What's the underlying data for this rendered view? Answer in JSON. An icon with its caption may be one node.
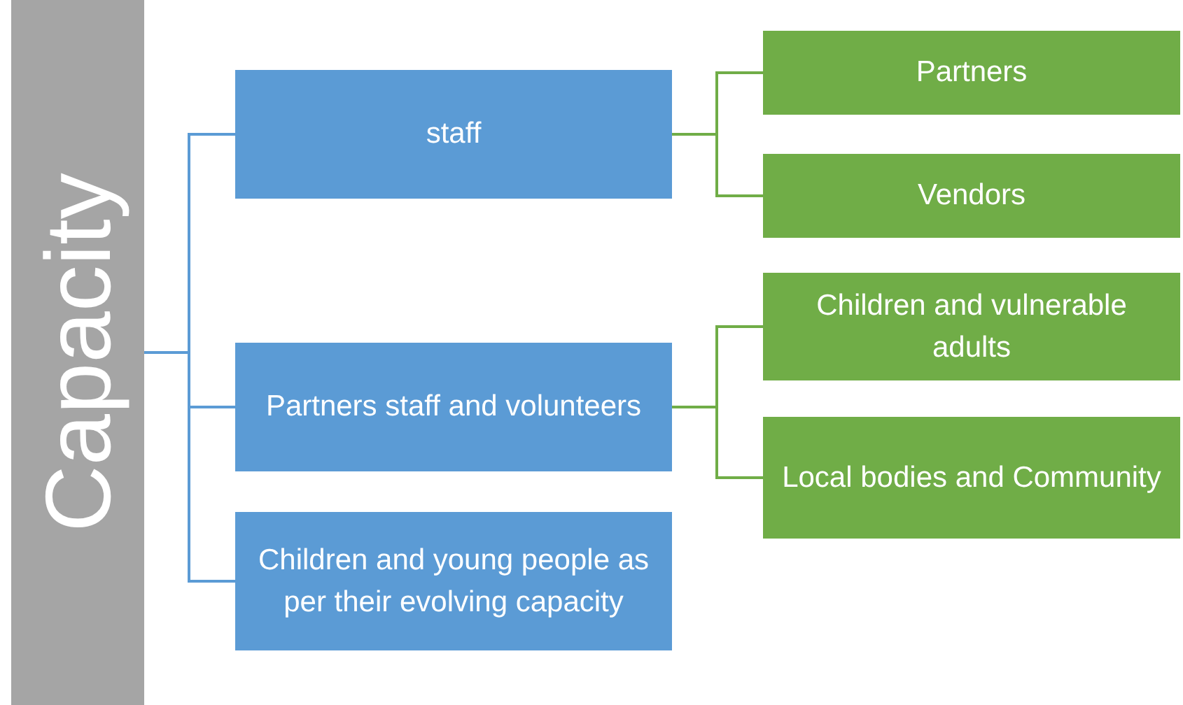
{
  "diagram": {
    "nodes": [
      {
        "text": [
          "Capacity"
        ]
      },
      {
        "text": [
          "staff"
        ]
      },
      {
        "text": [
          "Partners staff and volunteers"
        ]
      },
      {
        "text": [
          "Children and young people as per their evolving capacity"
        ]
      },
      {
        "text": [
          "Partners"
        ]
      },
      {
        "text": [
          "Vendors"
        ]
      },
      {
        "text": [
          "Children and vulnerable adults"
        ]
      },
      {
        "text": [
          "Local bodies and Community"
        ]
      }
    ],
    "edges": [
      {
        "from": 0,
        "to": 1,
        "arrow": "none",
        "color": "#5b9bd5"
      },
      {
        "from": 0,
        "to": 2,
        "arrow": "none",
        "color": "#5b9bd5"
      },
      {
        "from": 0,
        "to": 3,
        "arrow": "none",
        "color": "#5b9bd5"
      },
      {
        "from": 1,
        "to": 4,
        "arrow": "none",
        "color": "#70ad47"
      },
      {
        "from": 1,
        "to": 5,
        "arrow": "none",
        "color": "#70ad47"
      },
      {
        "from": 2,
        "to": 6,
        "arrow": "none",
        "color": "#70ad47"
      },
      {
        "from": 2,
        "to": 7,
        "arrow": "none",
        "color": "#70ad47"
      }
    ]
  }
}
